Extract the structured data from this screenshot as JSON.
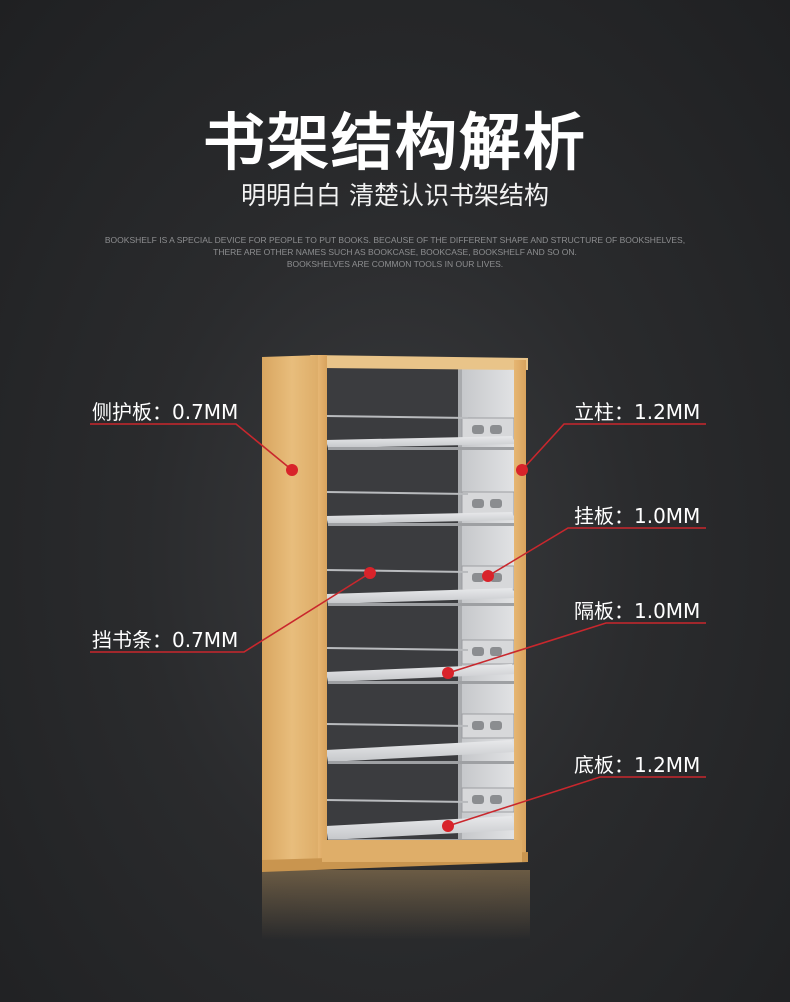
{
  "header": {
    "title": "书架结构解析",
    "subtitle": "明明白白 清楚认识书架结构",
    "description": [
      "BOOKSHELF IS A SPECIAL DEVICE FOR PEOPLE TO PUT BOOKS. BECAUSE OF THE DIFFERENT SHAPE AND STRUCTURE OF BOOKSHELVES,",
      "THERE ARE OTHER NAMES SUCH AS BOOKCASE, BOOKCASE, BOOKSHELF AND SO ON.",
      "BOOKSHELVES ARE COMMON TOOLS IN OUR LIVES."
    ]
  },
  "callouts": {
    "side_panel": "侧护板：0.7MM",
    "upright": "立柱：1.2MM",
    "hanging_plate": "挂板：1.0MM",
    "book_stop": "挡书条：0.7MM",
    "partition": "隔板：1.0MM",
    "bottom_plate": "底板：1.2MM"
  },
  "colors": {
    "background": "#2a2b2d",
    "accent": "#d8232a",
    "wood": "#e2b36e",
    "steel": "#cfd1d4"
  }
}
